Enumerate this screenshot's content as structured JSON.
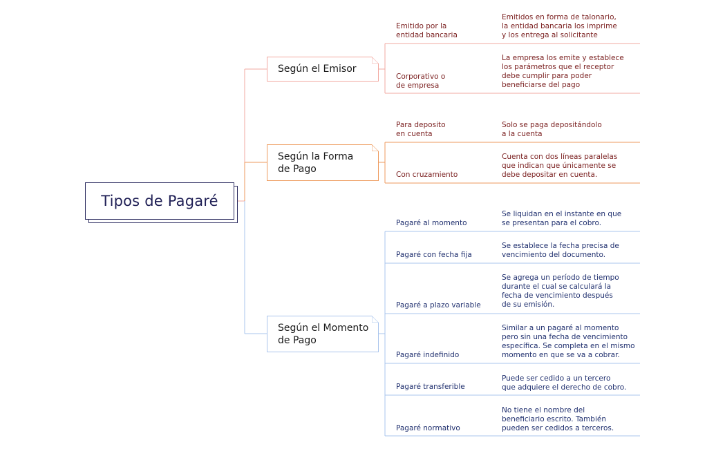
{
  "root": {
    "title": "Tipos de Pagaré"
  },
  "colors": {
    "emisor": "#f2a8a0",
    "forma": "#ee9a5c",
    "momento": "#a9c4ec",
    "root_border": "#2a2a5e"
  },
  "branches": [
    {
      "label": "Según el Emisor",
      "items": [
        {
          "label": "Emitido por la\nentidad bancaria",
          "desc": "Emitidos en forma de talonario,\nla entidad bancaria los imprime\ny los entrega al solicitante"
        },
        {
          "label": "Corporativo o\nde empresa",
          "desc": "La empresa los emite y establece\nlos parámetros que el receptor\ndebe cumplir para poder\nbeneficiarse del pago"
        }
      ]
    },
    {
      "label": "Según la Forma\nde Pago",
      "items": [
        {
          "label": "Para deposito\nen cuenta",
          "desc": "Solo se paga depositándolo\n a la cuenta"
        },
        {
          "label": "Con cruzamiento",
          "desc": "Cuenta con dos líneas paralelas\nque indican que únicamente se\ndebe depositar en cuenta."
        }
      ]
    },
    {
      "label": "Según el Momento\nde Pago",
      "items": [
        {
          "label": "Pagaré al momento",
          "desc": "Se liquidan en el instante en que\nse presentan para el cobro."
        },
        {
          "label": "Pagaré con fecha fija",
          "desc": "Se establece la fecha precisa de\nvencimiento del documento."
        },
        {
          "label": "Pagaré a plazo variable",
          "desc": "Se agrega un período de tiempo\ndurante el cual se calculará la\nfecha de vencimiento después\nde su emisión."
        },
        {
          "label": "Pagaré indefinido",
          "desc": "Similar a un pagaré al momento\npero sin una fecha de vencimiento\nespecífica. Se completa en el mismo\nmomento en que se va a cobrar."
        },
        {
          "label": "Pagaré transferible",
          "desc": "Puede ser cedido a un tercero\nque adquiere el derecho de cobro."
        },
        {
          "label": "Pagaré normativo",
          "desc": "No tiene el nombre del\nbeneficiario escrito. También\npueden ser cedidos a terceros."
        }
      ]
    }
  ]
}
